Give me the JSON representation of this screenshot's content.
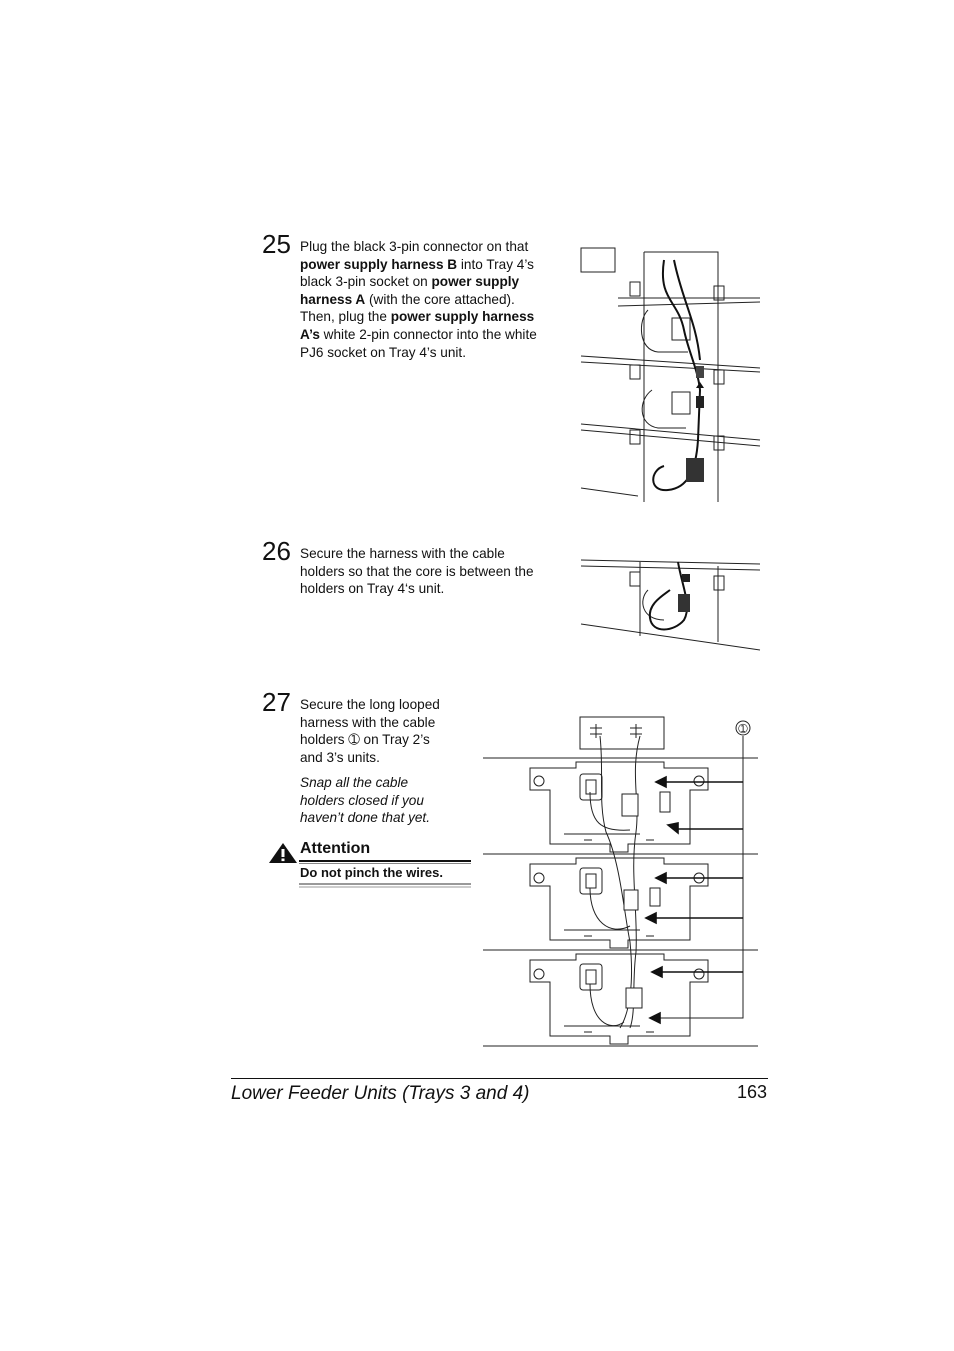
{
  "steps": [
    {
      "number": "25",
      "lines": [
        [
          "Plug the black 3-pin connector on that"
        ],
        [
          "|power supply harness B",
          " into Tray 4’s"
        ],
        [
          "black 3-pin socket on ",
          "|power supply"
        ],
        [
          "|harness A",
          " (with the core attached)."
        ],
        [
          "Then, plug the ",
          "|power supply harness"
        ],
        [
          "|A’s",
          " white 2-pin connector into the white"
        ],
        [
          "PJ6 socket on Tray 4’s unit."
        ]
      ]
    },
    {
      "number": "26",
      "lines": [
        [
          "Secure the harness with the cable"
        ],
        [
          "holders so that the core is between the"
        ],
        [
          "holders on Tray 4‘s unit."
        ]
      ]
    },
    {
      "number": "27",
      "lines": [
        [
          "Secure the long looped"
        ],
        [
          "harness with the cable"
        ],
        [
          "holders ➀ on Tray 2’s"
        ],
        [
          "and 3’s units."
        ]
      ]
    }
  ],
  "note": [
    "Snap all the cable",
    "holders closed if you",
    "haven’t done that yet."
  ],
  "attention": {
    "title": "Attention",
    "message": "Do not pinch the wires."
  },
  "figure3": {
    "callout": "➀"
  },
  "footer": {
    "section": "Lower Feeder Units (Trays 3 and 4)",
    "page": "163"
  }
}
